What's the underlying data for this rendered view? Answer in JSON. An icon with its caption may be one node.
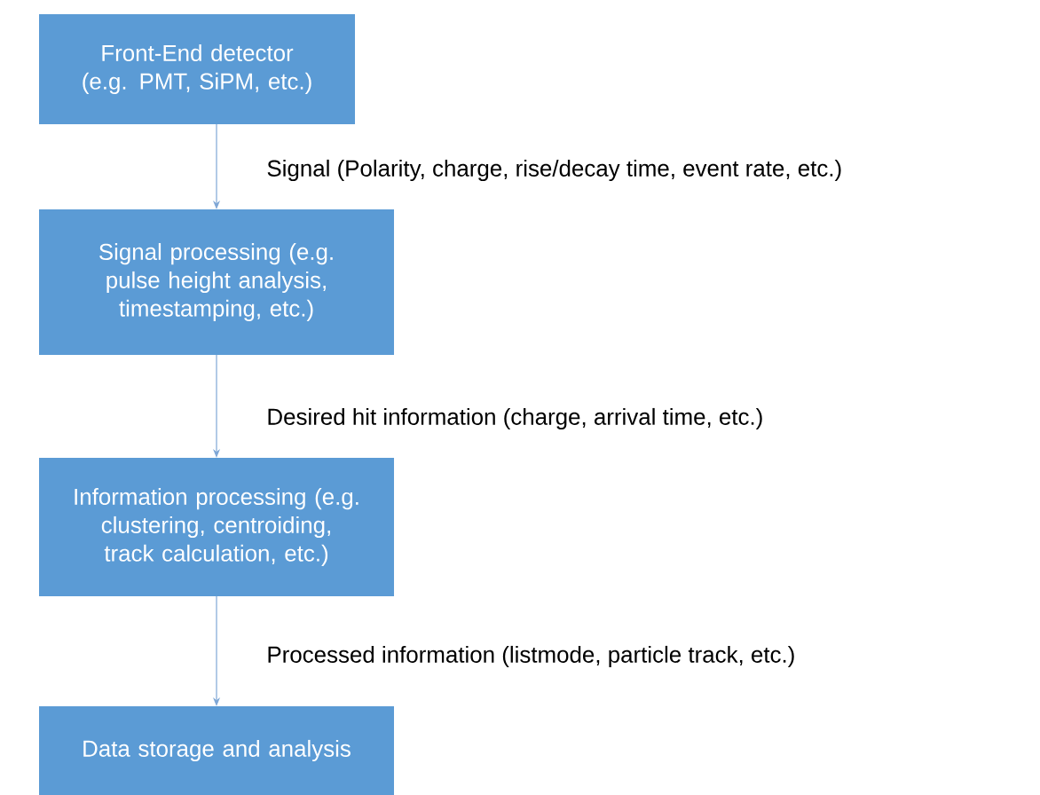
{
  "diagram": {
    "nodes": [
      {
        "text": [
          "Front-End detector (e.g. PMT, SiPM, etc.)"
        ]
      },
      {
        "text": [
          "Signal processing (e.g. pulse height analysis, timestamping, etc.)"
        ]
      },
      {
        "text": [
          "Information processing (e.g. clustering, centroiding, track calculation, etc.)"
        ]
      },
      {
        "text": [
          "Data storage and analysis"
        ]
      }
    ],
    "edges": [
      {
        "from": 0,
        "to": 1,
        "arrow": "to",
        "label": "Signal (Polarity, charge, rise/decay time, event rate, etc.)"
      },
      {
        "from": 1,
        "to": 2,
        "arrow": "to",
        "label": "Desired hit information (charge, arrival time, etc.)"
      },
      {
        "from": 2,
        "to": 3,
        "arrow": "to",
        "label": "Processed information (listmode, particle track, etc.)"
      }
    ]
  }
}
